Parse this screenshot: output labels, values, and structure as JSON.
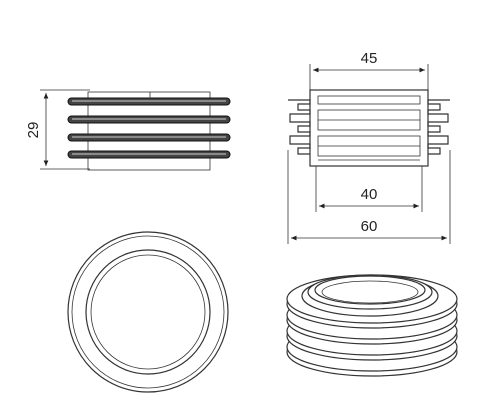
{
  "dimensions": {
    "height_label": "29",
    "top_width_label": "45",
    "inner_width_label": "40",
    "outer_width_label": "60"
  },
  "colors": {
    "line": "#333333",
    "rib_fill": "#444444",
    "background": "#ffffff"
  }
}
